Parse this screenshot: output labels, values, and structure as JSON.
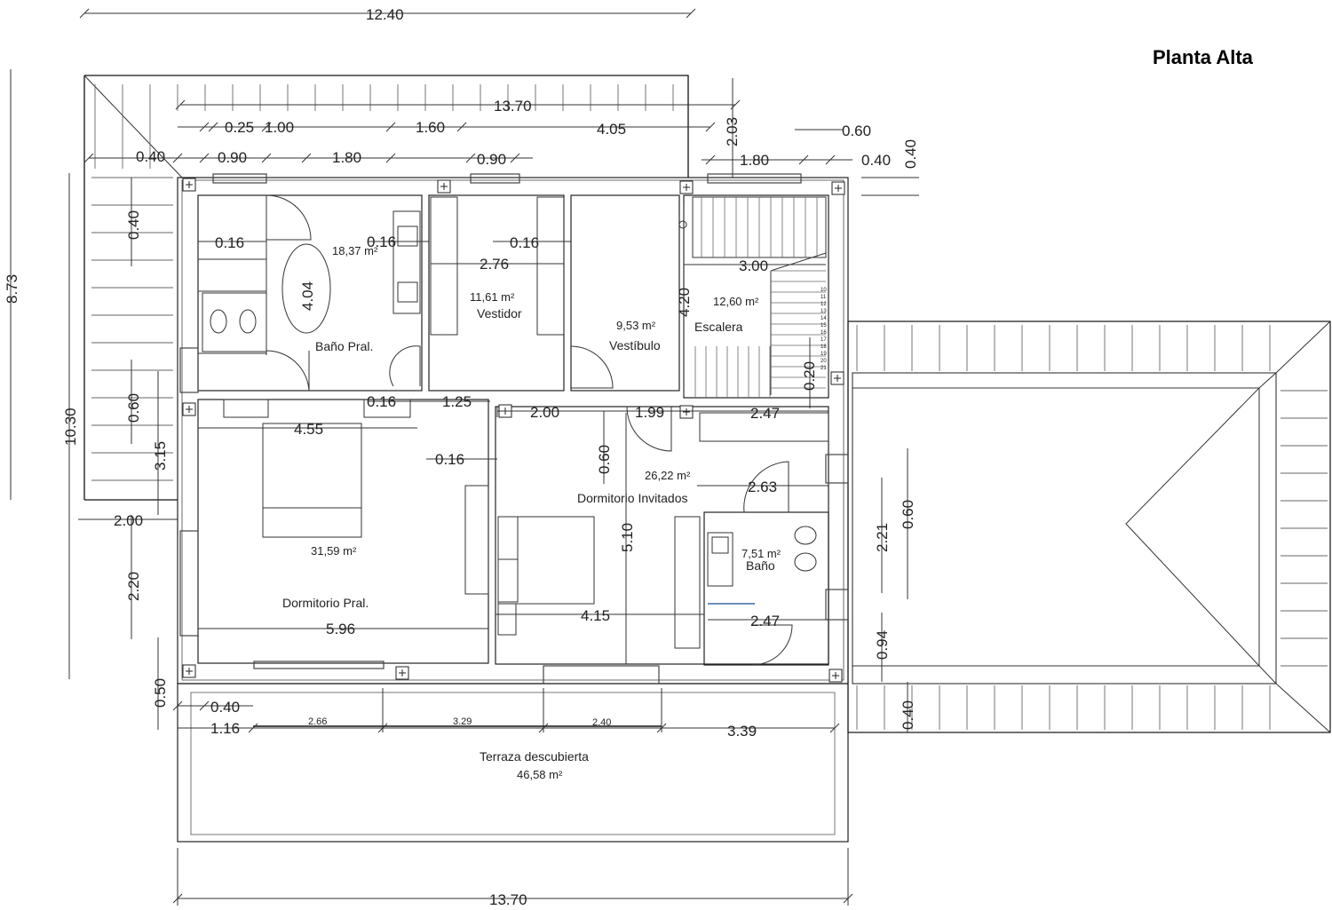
{
  "title": "Planta Alta",
  "rooms": {
    "bano_pral": {
      "name": "Baño Pral.",
      "area": "18,37 m²"
    },
    "vestidor": {
      "name": "Vestidor",
      "area": "11,61 m²"
    },
    "vestibulo": {
      "name": "Vestíbulo",
      "area": "9,53 m²"
    },
    "escalera": {
      "name": "Escalera",
      "area": "12,60 m²"
    },
    "dorm_pral": {
      "name": "Dormitorio Pral.",
      "area": "31,59 m²"
    },
    "dorm_inv": {
      "name": "Dormitorio Invitados",
      "area": "26,22 m²"
    },
    "bano": {
      "name": "Baño",
      "area": "7,51 m²"
    },
    "terraza": {
      "name": "Terraza descubierta",
      "area": "46,58 m²"
    }
  },
  "dims": {
    "top_total": "12.40",
    "roof_width": "13.70",
    "d_025": "0.25",
    "d_100": "1.00",
    "d_160": "1.60",
    "d_405": "4.05",
    "d_203": "2.03",
    "d_060_top": "0.60",
    "d_040_top": "0.40",
    "d_090_a": "0.90",
    "d_180_a": "1.80",
    "d_090_b": "0.90",
    "d_180_b": "1.80",
    "d_040_tr": "0.40",
    "d_040_vtr": "0.40",
    "d_873": "8.73",
    "d_1030": "10.30",
    "d_040_left": "0.40",
    "d_060_left": "0.60",
    "d_315": "3.15",
    "d_200_left": "2.00",
    "d_220": "2.20",
    "d_050": "0.50",
    "d_016_a": "0.16",
    "d_016_b": "0.16",
    "d_016_c": "0.16",
    "d_404": "4.04",
    "d_276": "2.76",
    "d_300": "3.00",
    "d_420": "4.20",
    "d_020": "0.20",
    "d_016_d": "0.16",
    "d_125": "1.25",
    "d_455": "4.55",
    "d_200_mid": "2.00",
    "d_199": "1.99",
    "d_247_a": "2.47",
    "d_016_e": "0.16",
    "d_060_mid": "0.60",
    "d_263": "2.63",
    "d_510": "5.10",
    "d_415": "4.15",
    "d_247_b": "2.47",
    "d_596": "5.96",
    "d_060_right": "0.60",
    "d_221": "2.21",
    "d_094": "0.94",
    "d_040_right": "0.40",
    "d_040_bot": "0.40",
    "d_116": "1.16",
    "d_266": "2.66",
    "d_329": "3.29",
    "d_240": "2.40",
    "d_339": "3.39",
    "bottom_total": "13.70"
  },
  "stair_numbers": [
    "10",
    "11",
    "12",
    "13",
    "14",
    "15",
    "16",
    "17",
    "18",
    "19",
    "20",
    "21"
  ]
}
